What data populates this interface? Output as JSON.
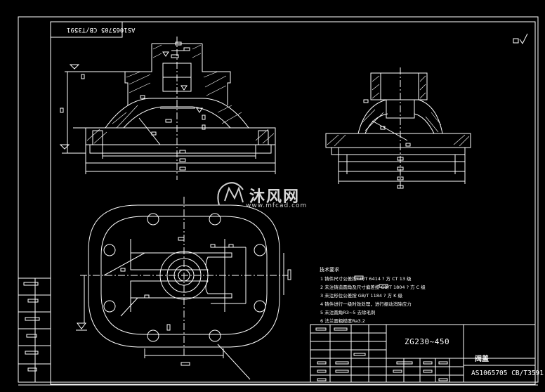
{
  "drawing": {
    "material": "ZG230~450",
    "part_name": "阀盖",
    "drawing_code": "AS1065705 CB/T3591",
    "top_code": "AS1065705 CB/T3591",
    "roughness_symbol": "▽"
  },
  "tech_requirements": {
    "title": "技术要求",
    "items": [
      "1 铸件尺寸公差按GB/T 6414 ? 方 CT 13 级",
      "2 未注铸造圆角及尺寸偏差按 GB/T 1804 ? 方 C 级",
      "3 未注形位公差按 GB/T 1184 ? 方 K 级",
      "4 铸件进行一级时效处理，进行振动消除应力",
      "5 未注圆角R3~5 去除毛刺",
      "6 法兰面粗糙度Ra3.2"
    ]
  },
  "watermark": {
    "brand": "沐风网",
    "url": "www.mfcad.com"
  },
  "colors": {
    "background": "#000000",
    "lines": "#ffffff",
    "accent": "#cfcfcf"
  }
}
